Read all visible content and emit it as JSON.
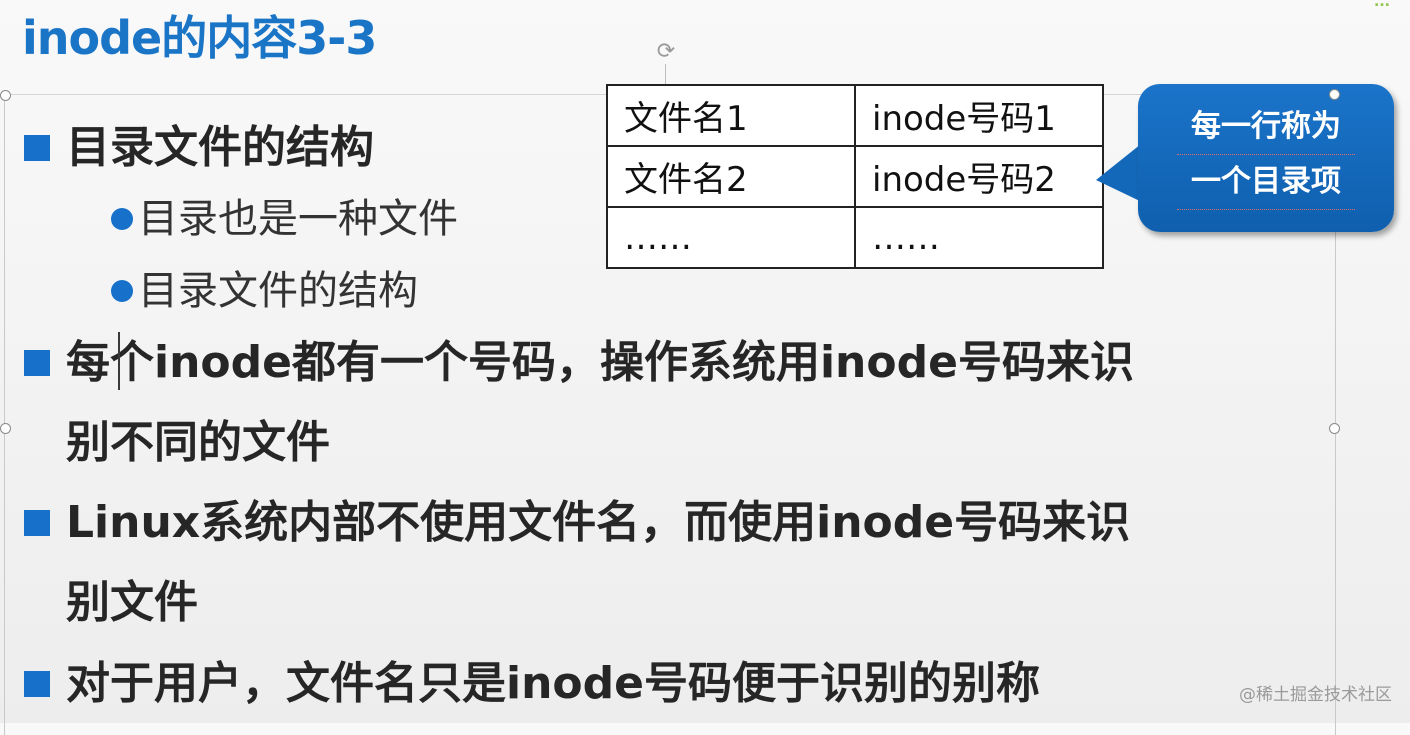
{
  "slide": {
    "title": "inode的内容3-3",
    "brand_mark": "...",
    "bullets": [
      {
        "text": "目录文件的结构"
      },
      {
        "text": "每个inode都有一个号码，操作系统用inode号码来识"
      },
      {
        "text": "别不同的文件"
      },
      {
        "text": "Linux系统内部不使用文件名，而使用inode号码来识"
      },
      {
        "text": "别文件"
      },
      {
        "text": "对于用户，文件名只是inode号码便于识别的别称"
      }
    ],
    "sub_bullets": [
      {
        "text": "目录也是一种文件"
      },
      {
        "text": "目录文件的结构"
      }
    ],
    "dir_table": {
      "rows": [
        {
          "name": "文件名1",
          "inode": "inode号码1"
        },
        {
          "name": "文件名2",
          "inode": "inode号码2"
        },
        {
          "name": "……",
          "inode": "……"
        }
      ]
    },
    "callout": {
      "line1": "每一行称为",
      "line2": "一个目录项"
    },
    "watermark": "@稀土掘金技术社区"
  },
  "colors": {
    "title": "#1b75c7",
    "bullet": "#1770c9",
    "callout": "#1468ba"
  }
}
